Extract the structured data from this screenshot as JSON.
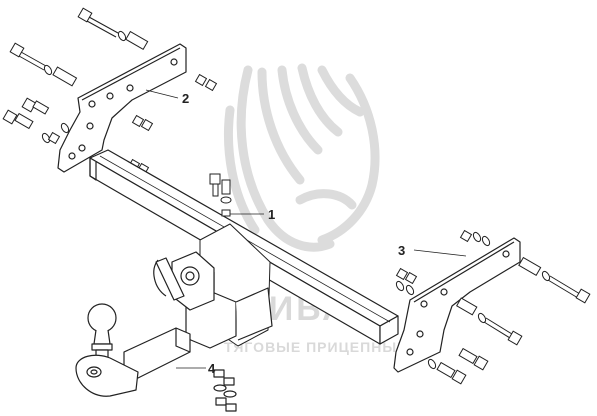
{
  "diagram": {
    "parts": [
      {
        "number": "1",
        "part": "crossbar-with-receiver"
      },
      {
        "number": "2",
        "part": "left-side-bracket"
      },
      {
        "number": "3",
        "part": "right-side-bracket"
      },
      {
        "number": "4",
        "part": "ball-mount-with-fasteners"
      }
    ]
  },
  "watermark": {
    "brand": "АЛИВА",
    "tagline": "ТЯГОВЫЕ ПРИЦЕПНЫЕ"
  },
  "colors": {
    "line": "#222222",
    "watermark": "#d9d9d9",
    "background": "#ffffff"
  }
}
